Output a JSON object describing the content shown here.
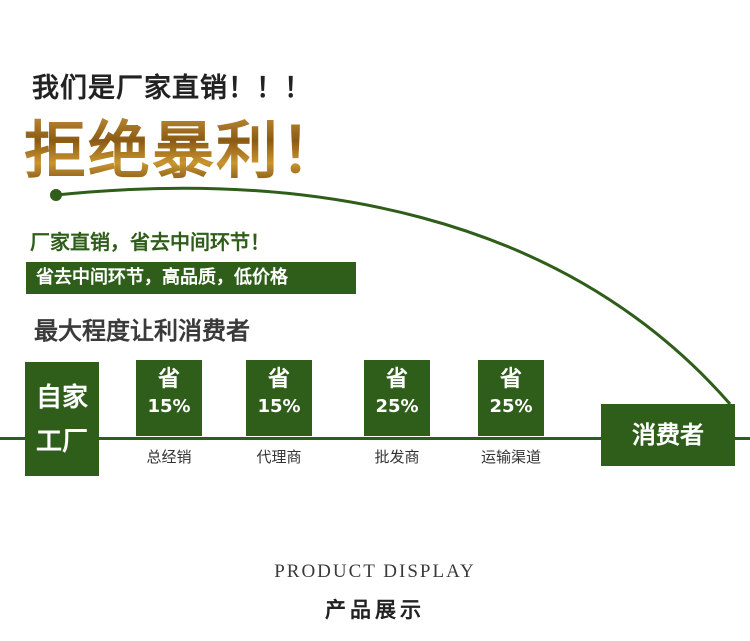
{
  "headline": {
    "line1": "我们是厂家直销！！！",
    "line2": "拒绝暴利！"
  },
  "taglines": {
    "direct": "厂家直销，省去中间环节！",
    "banner": "省去中间环节，高品质，低价格",
    "max_benefit": "最大程度让利消费者"
  },
  "chain": {
    "factory_line1": "自家",
    "factory_line2": "工厂",
    "steps": [
      {
        "save": "省",
        "pct": "15%",
        "label": "总经销"
      },
      {
        "save": "省",
        "pct": "15%",
        "label": "代理商"
      },
      {
        "save": "省",
        "pct": "25%",
        "label": "批发商"
      },
      {
        "save": "省",
        "pct": "25%",
        "label": "运输渠道"
      }
    ],
    "consumer": "消费者"
  },
  "footer": {
    "en": "PRODUCT DISPLAY",
    "cn": "产品展示"
  },
  "colors": {
    "green": "#2f5d1a",
    "gold": "#b07a1a"
  }
}
